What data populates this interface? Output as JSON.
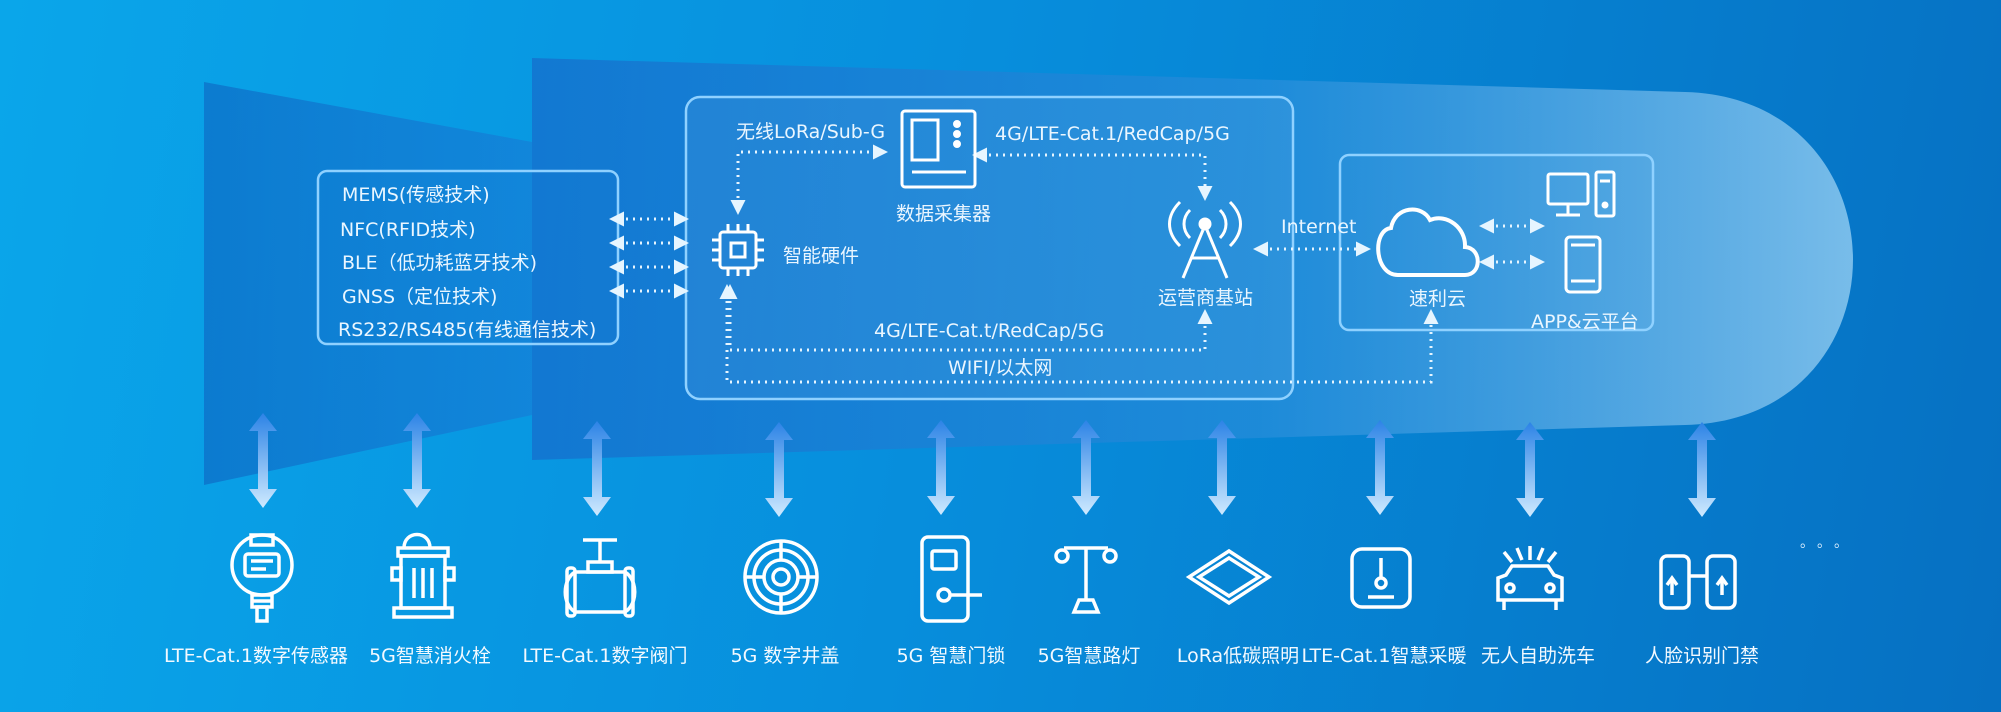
{
  "technologies": [
    "MEMS(传感技术)",
    "NFC(RFID技术)",
    "BLE（低功耗蓝牙技术)",
    "GNSS（定位技术)",
    "RS232/RS485(有线通信技术)"
  ],
  "system": {
    "wireless_link": "无线LoRa/Sub-G",
    "collector": "数据采集器",
    "collector_link": "4G/LTE-Cat.1/RedCap/5G",
    "smart_hardware": "智能硬件",
    "base_station": "运营商基站",
    "internet": "Internet",
    "cloud": "速利云",
    "app_platform": "APP&云平台",
    "direct_link": "4G/LTE-Cat.t/RedCap/5G",
    "wifi_link": "WIFI/以太网"
  },
  "devices": [
    {
      "label": "LTE-Cat.1数字传感器",
      "icon": "sensor-icon"
    },
    {
      "label": "5G智慧消火栓",
      "icon": "hydrant-icon"
    },
    {
      "label": "LTE-Cat.1数字阀门",
      "icon": "valve-icon"
    },
    {
      "label": "5G 数字井盖",
      "icon": "manhole-cover-icon"
    },
    {
      "label": "5G 智慧门锁",
      "icon": "door-lock-icon"
    },
    {
      "label": "5G智慧路灯",
      "icon": "street-light-icon"
    },
    {
      "label": "LoRa低碳照明",
      "icon": "panel-light-icon"
    },
    {
      "label": "LTE-Cat.1智慧采暖",
      "icon": "thermostat-icon"
    },
    {
      "label": "无人自助洗车",
      "icon": "car-wash-icon"
    },
    {
      "label": "人脸识别门禁",
      "icon": "face-gate-icon"
    }
  ],
  "more": "。。。",
  "colors": {
    "background_start": "#0aa6ea",
    "background_end": "#0670c2",
    "line": "#e6f5ff",
    "arrow_gradient_top": "#2c83e6",
    "arrow_gradient_bottom": "#cfeaff"
  }
}
